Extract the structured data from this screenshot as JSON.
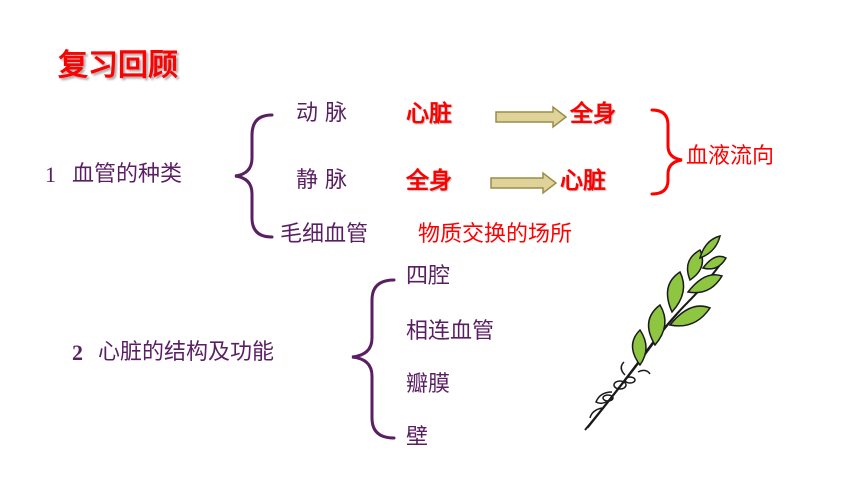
{
  "title": "复习回顾",
  "section1": {
    "number": "1",
    "label": "血管的种类",
    "artery": {
      "name": "动 脉",
      "from": "心脏",
      "to": "全身"
    },
    "vein": {
      "name": "静 脉",
      "from": "全身",
      "to": "心脏"
    },
    "capillary": {
      "name": "毛细血管",
      "desc": "物质交换的场所"
    },
    "flow_label": "血液流向"
  },
  "section2": {
    "number": "2",
    "label": "心脏的结构及功能",
    "items": [
      "四腔",
      "相连血管",
      "瓣膜",
      "壁"
    ]
  },
  "colors": {
    "purple": "#5a1f63",
    "red": "#ff0000",
    "arrow_fill": "#e0d39a",
    "arrow_stroke": "#9a8d4a",
    "leaf_green": "#8fc641"
  }
}
